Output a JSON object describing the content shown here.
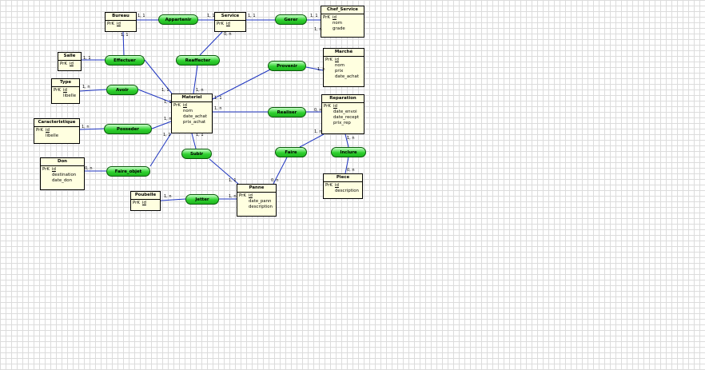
{
  "entities": {
    "bureau": {
      "name": "Bureau",
      "attrs": [
        {
          "pk": "PrK",
          "name": "id"
        }
      ]
    },
    "service": {
      "name": "Service",
      "attrs": [
        {
          "pk": "PrK",
          "name": "id"
        }
      ]
    },
    "chef_service": {
      "name": "Chef_Service",
      "attrs": [
        {
          "pk": "PrK",
          "name": "id"
        },
        {
          "name": "nom"
        },
        {
          "name": "grade"
        }
      ]
    },
    "salle": {
      "name": "Salle",
      "attrs": [
        {
          "pk": "PrK",
          "name": "id"
        }
      ]
    },
    "type": {
      "name": "Type",
      "attrs": [
        {
          "pk": "PrK",
          "name": "id"
        },
        {
          "name": "libelle"
        }
      ]
    },
    "caracteristique": {
      "name": "Caracteristique",
      "attrs": [
        {
          "pk": "PrK",
          "name": "id"
        },
        {
          "name": "libelle"
        }
      ]
    },
    "don": {
      "name": "Don",
      "attrs": [
        {
          "pk": "PrK",
          "name": "id"
        },
        {
          "name": "destination"
        },
        {
          "name": "date_don"
        }
      ]
    },
    "materiel": {
      "name": "Materiel",
      "attrs": [
        {
          "pk": "PrK",
          "name": "id"
        },
        {
          "name": "nom"
        },
        {
          "name": "date_achat"
        },
        {
          "name": "prix_achat"
        }
      ]
    },
    "marche": {
      "name": "Marché",
      "attrs": [
        {
          "pk": "PrK",
          "name": "id"
        },
        {
          "name": "nom"
        },
        {
          "name": "prix"
        },
        {
          "name": "date_achat"
        }
      ]
    },
    "reparation": {
      "name": "Reparation",
      "attrs": [
        {
          "pk": "PrK",
          "name": "id"
        },
        {
          "name": "date_envoi"
        },
        {
          "name": "date_recept"
        },
        {
          "name": "prix_rep"
        }
      ]
    },
    "piece": {
      "name": "Piece",
      "attrs": [
        {
          "pk": "PrK",
          "name": "id"
        },
        {
          "name": "description"
        }
      ]
    },
    "poubelle": {
      "name": "Poubelle",
      "attrs": [
        {
          "pk": "PrK",
          "name": "id"
        }
      ]
    },
    "panne": {
      "name": "Panne",
      "attrs": [
        {
          "pk": "PrK",
          "name": "id"
        },
        {
          "name": "date_pann"
        },
        {
          "name": "description"
        }
      ]
    }
  },
  "relations": {
    "appartenir": "Appartenir",
    "gerer": "Gerer",
    "effectuer": "Effectuer",
    "reaffecter": "Reaffecter",
    "avoir": "Avoir",
    "provenir": "Provenir",
    "posseder": "Posseder",
    "realiser": "Realiser",
    "faire_objet": "Faire_objet",
    "subir": "Subir",
    "faire": "Faire",
    "inclure": "Inclure",
    "jetter": "Jetter"
  },
  "cardinalities": [
    "1, 1",
    "1, 1",
    "1, 1",
    "1, 1",
    "1, n",
    "1, 1",
    "1, 1",
    "0, n",
    "1, n",
    "1, 1",
    "1, n",
    "1, 1",
    "1, n",
    "1, 1",
    "1, n",
    "1, n",
    "1, n",
    "0, n",
    "1, n",
    "1, 1",
    "1, 1",
    "0, n",
    "1, 1",
    "0, n",
    "1, n",
    "0, n",
    "1, n",
    "1, n"
  ],
  "colors": {
    "entity_fill": "#ffffe0",
    "relation_fill": "#2fd12f",
    "link": "#1f35c0",
    "grid": "#dcdcdc"
  }
}
